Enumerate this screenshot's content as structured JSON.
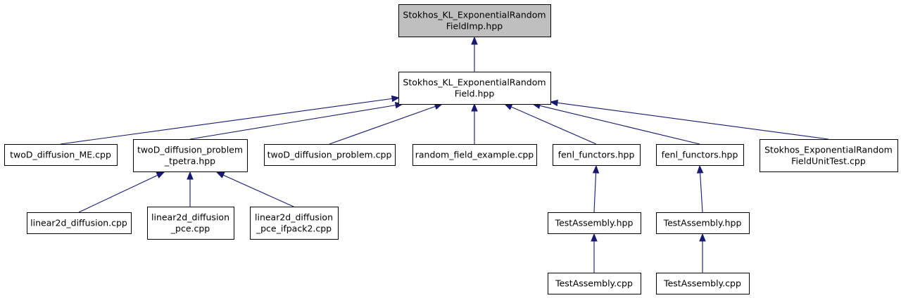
{
  "colors": {
    "focus_fill": "#bfbfbf",
    "node_fill": "#ffffff",
    "node_border": "#000000",
    "edge": "#191970"
  },
  "nodes": [
    {
      "id": "n0",
      "lines": [
        "Stokhos_KL_ExponentialRandom",
        "FieldImp.hpp"
      ],
      "focus": true
    },
    {
      "id": "n1",
      "lines": [
        "Stokhos_KL_ExponentialRandom",
        "Field.hpp"
      ]
    },
    {
      "id": "n2",
      "lines": [
        "twoD_diffusion_ME.cpp"
      ]
    },
    {
      "id": "n3",
      "lines": [
        "twoD_diffusion_problem",
        "_tpetra.hpp"
      ]
    },
    {
      "id": "n4",
      "lines": [
        "twoD_diffusion_problem.cpp"
      ]
    },
    {
      "id": "n5",
      "lines": [
        "random_field_example.cpp"
      ]
    },
    {
      "id": "n6",
      "lines": [
        "fenl_functors.hpp"
      ]
    },
    {
      "id": "n7",
      "lines": [
        "fenl_functors.hpp"
      ]
    },
    {
      "id": "n8",
      "lines": [
        "Stokhos_ExponentialRandom",
        "FieldUnitTest.cpp"
      ]
    },
    {
      "id": "n9",
      "lines": [
        "linear2d_diffusion.cpp"
      ]
    },
    {
      "id": "n10",
      "lines": [
        "linear2d_diffusion",
        "_pce.cpp"
      ]
    },
    {
      "id": "n11",
      "lines": [
        "linear2d_diffusion",
        "_pce_ifpack2.cpp"
      ]
    },
    {
      "id": "n12",
      "lines": [
        "TestAssembly.hpp"
      ]
    },
    {
      "id": "n13",
      "lines": [
        "TestAssembly.hpp"
      ]
    },
    {
      "id": "n14",
      "lines": [
        "TestAssembly.cpp"
      ]
    },
    {
      "id": "n15",
      "lines": [
        "TestAssembly.cpp"
      ]
    }
  ],
  "edges": [
    {
      "from": "n1",
      "to": "n0"
    },
    {
      "from": "n2",
      "to": "n1"
    },
    {
      "from": "n3",
      "to": "n1"
    },
    {
      "from": "n4",
      "to": "n1"
    },
    {
      "from": "n5",
      "to": "n1"
    },
    {
      "from": "n6",
      "to": "n1"
    },
    {
      "from": "n7",
      "to": "n1"
    },
    {
      "from": "n8",
      "to": "n1"
    },
    {
      "from": "n9",
      "to": "n3"
    },
    {
      "from": "n10",
      "to": "n3"
    },
    {
      "from": "n11",
      "to": "n3"
    },
    {
      "from": "n12",
      "to": "n6"
    },
    {
      "from": "n13",
      "to": "n7"
    },
    {
      "from": "n14",
      "to": "n12"
    },
    {
      "from": "n15",
      "to": "n13"
    }
  ]
}
